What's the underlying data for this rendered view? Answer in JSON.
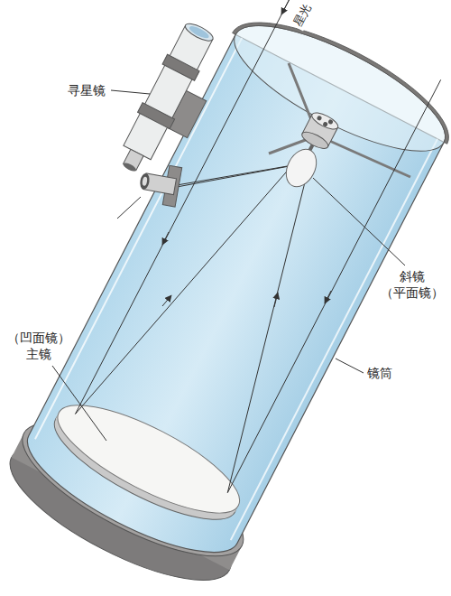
{
  "diagram": {
    "labels": [
      "星光",
      "寻星镜",
      "斜镜 （平面镜）",
      "镜筒",
      "（凹面镜） 主镜"
    ]
  }
}
